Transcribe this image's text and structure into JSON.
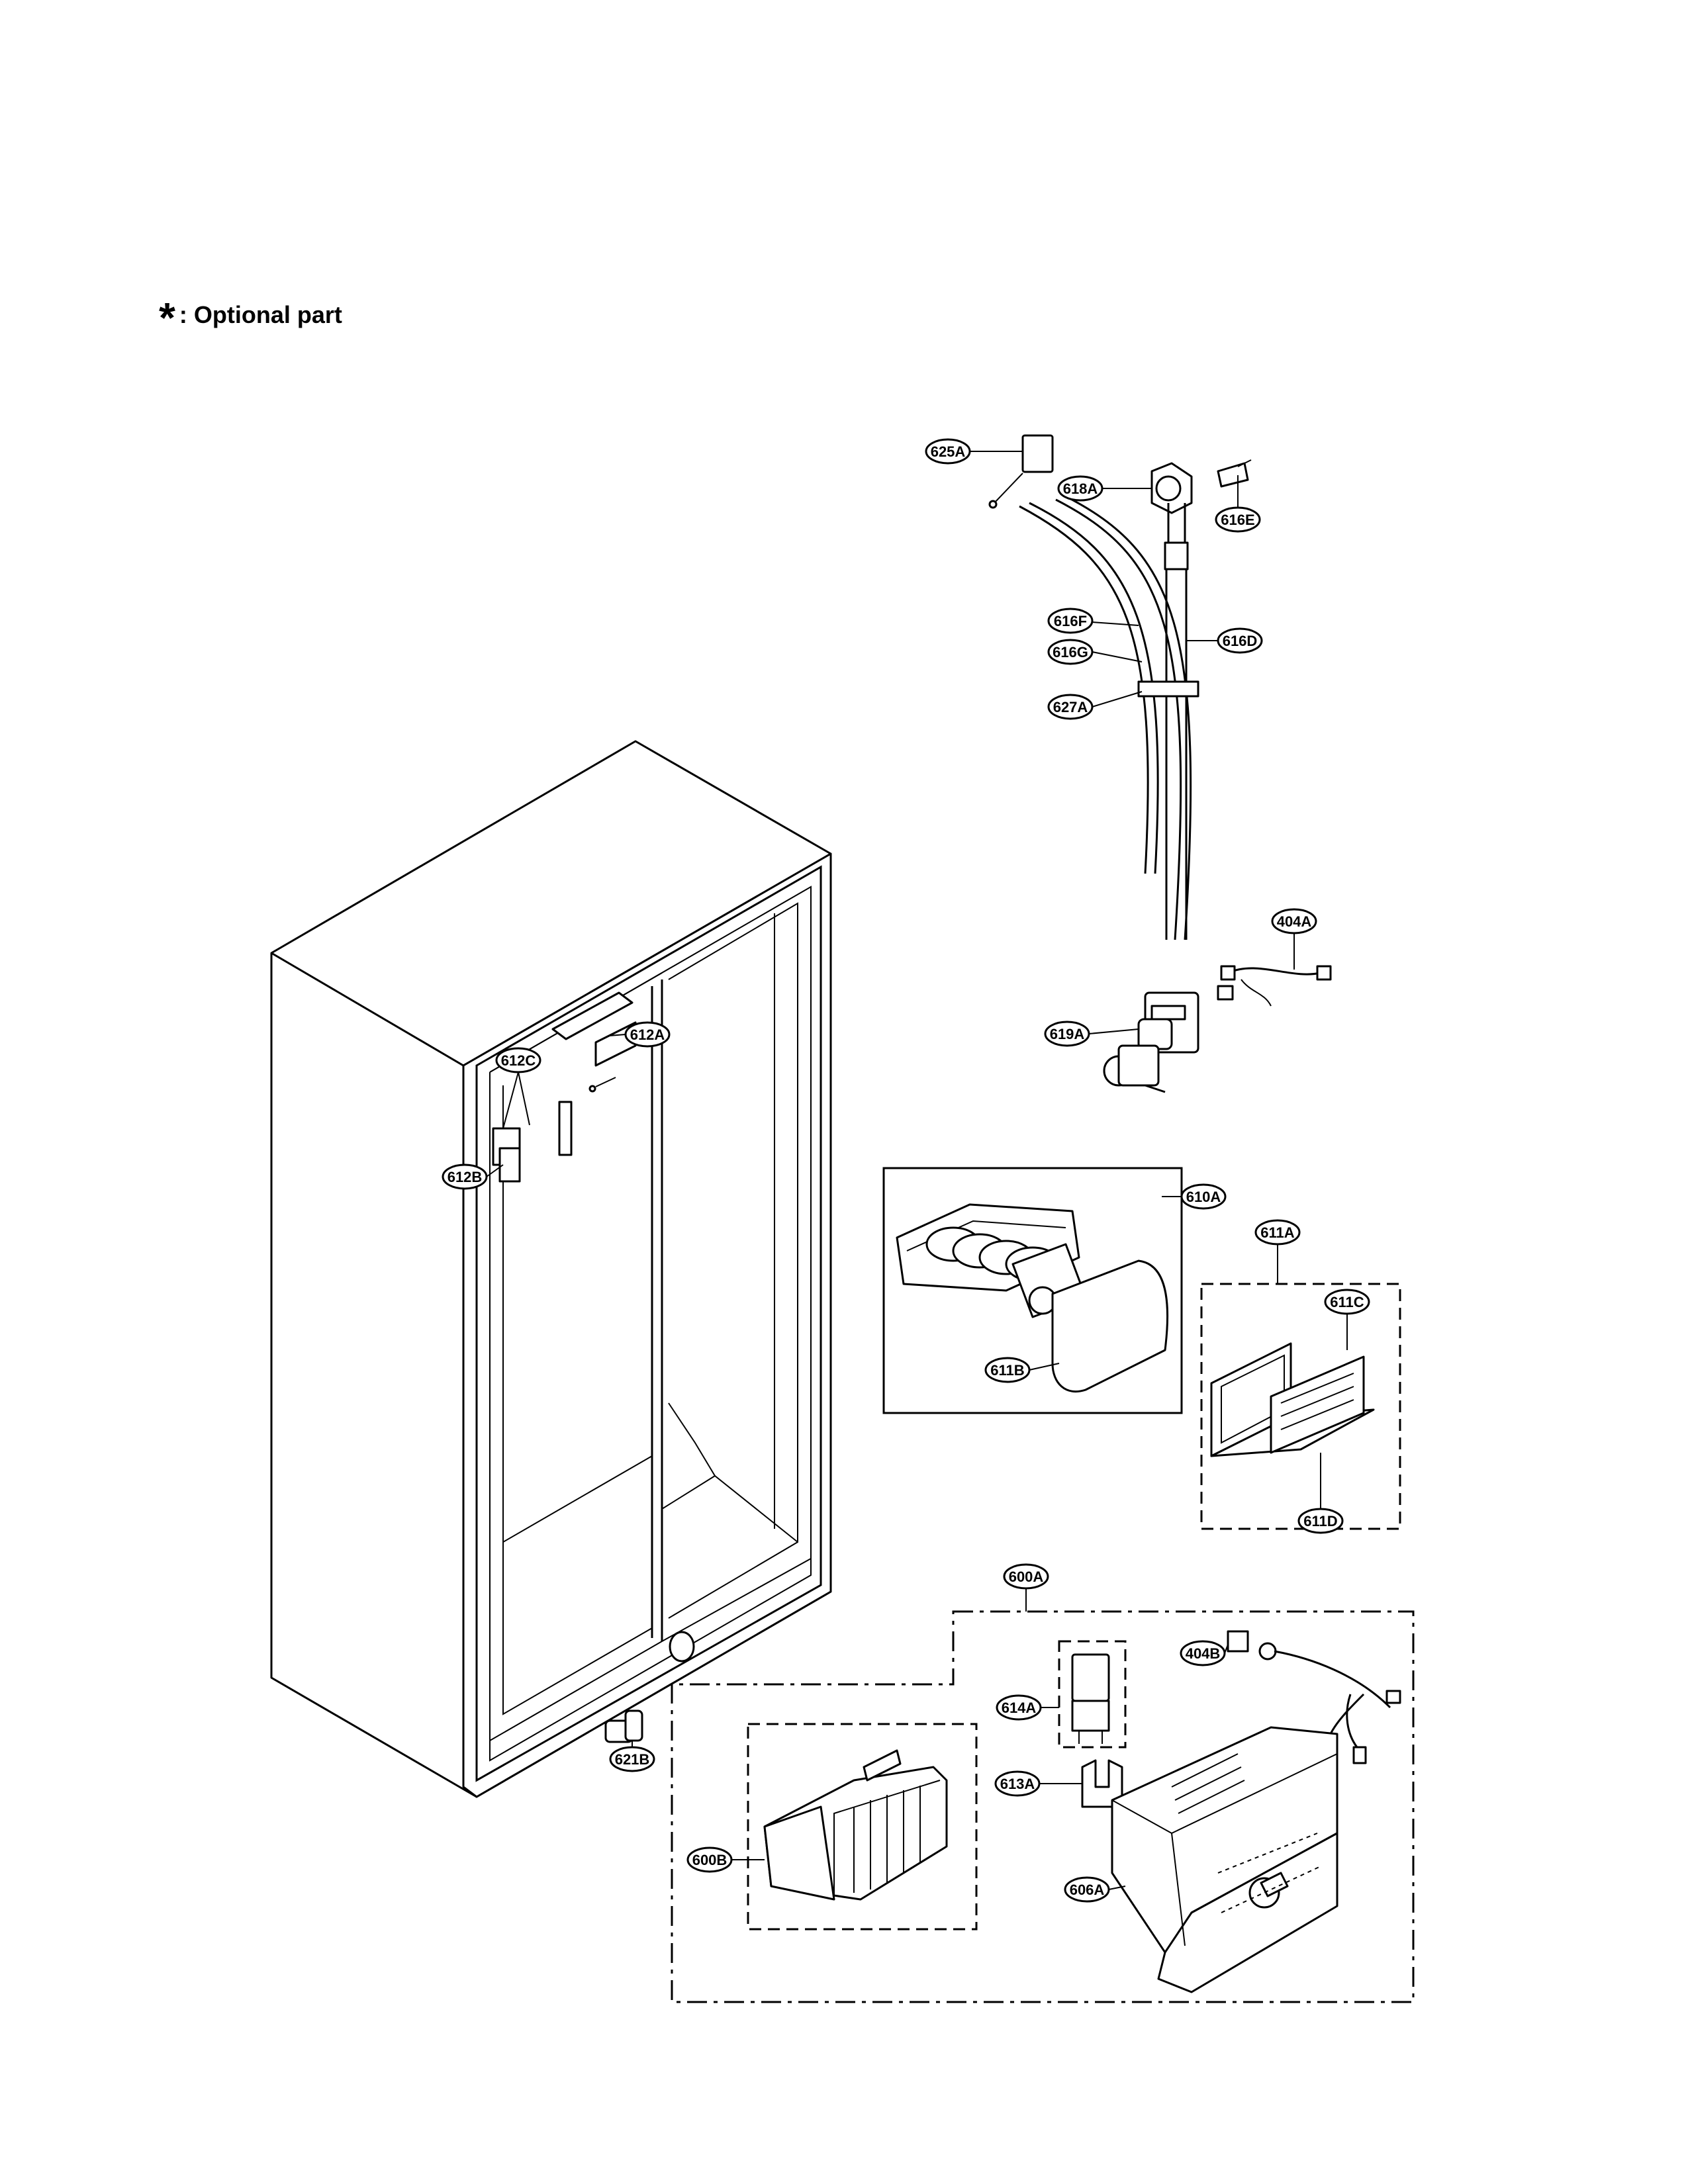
{
  "legend": {
    "symbol": "*",
    "text": ": Optional part"
  },
  "labels": {
    "l625A": "625A",
    "l618A": "618A",
    "l616E": "616E",
    "l616F": "616F",
    "l616G": "616G",
    "l616D": "616D",
    "l627A": "627A",
    "l404A": "404A",
    "l619A": "619A",
    "l612A": "612A",
    "l612C": "612C",
    "l612B": "612B",
    "l610A": "610A",
    "l611A": "611A",
    "l611C": "611C",
    "l611B": "611B",
    "l611D": "611D",
    "l600A": "600A",
    "l404B": "404B",
    "l614A": "614A",
    "l613A": "613A",
    "l600B": "600B",
    "l606A": "606A",
    "l621B": "621B"
  }
}
